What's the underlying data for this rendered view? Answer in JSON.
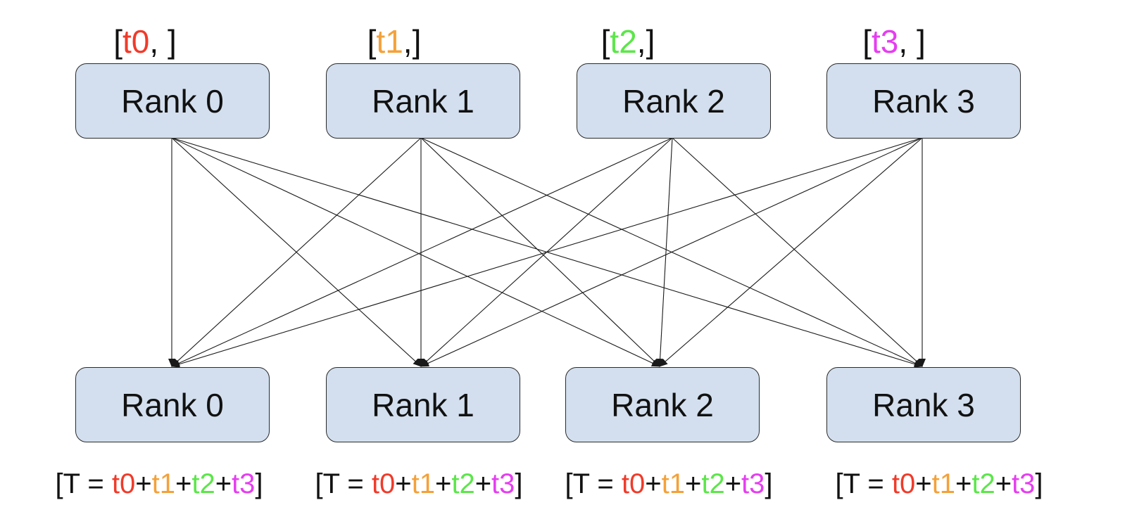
{
  "colors": {
    "t0": "#f03b2a",
    "t1": "#f4a13a",
    "t2": "#5ce64a",
    "t3": "#e53ef0",
    "box_fill": "#d3dfee",
    "box_border": "#2a2a2a"
  },
  "top_ranks": [
    {
      "label": "Rank 0",
      "input": {
        "open": "[",
        "tensor": "t0",
        "close": ", ]",
        "color_key": "t0"
      }
    },
    {
      "label": "Rank 1",
      "input": {
        "open": "[",
        "tensor": "t1",
        "close": ",]",
        "color_key": "t1"
      }
    },
    {
      "label": "Rank 2",
      "input": {
        "open": "[",
        "tensor": "t2",
        "close": ",]",
        "color_key": "t2"
      }
    },
    {
      "label": "Rank 3",
      "input": {
        "open": "[",
        "tensor": "t3",
        "close": ", ]",
        "color_key": "t3"
      }
    }
  ],
  "bottom_ranks": [
    {
      "label": "Rank 0"
    },
    {
      "label": "Rank 1"
    },
    {
      "label": "Rank 2"
    },
    {
      "label": "Rank 3"
    }
  ],
  "result": {
    "prefix": "[T = ",
    "terms": [
      "t0",
      "t1",
      "t2",
      "t3"
    ],
    "plus": "+",
    "suffix": "]"
  }
}
